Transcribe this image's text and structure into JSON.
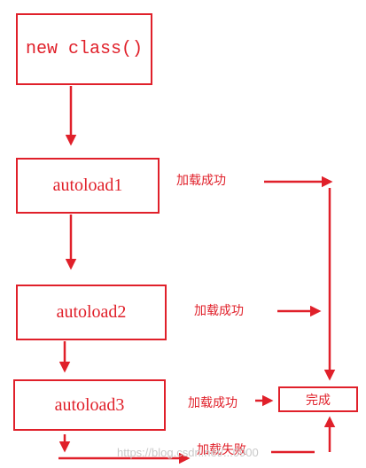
{
  "nodes": {
    "new_class": "new class()",
    "autoload1": "autoload1",
    "autoload2": "autoload2",
    "autoload3": "autoload3",
    "done": "完成"
  },
  "edge_labels": {
    "load_success_1": "加载成功",
    "load_success_2": "加载成功",
    "load_success_3": "加载成功",
    "load_fail": "加载失败"
  },
  "watermark": "https://blog.csdn.net/...0900",
  "colors": {
    "accent": "#e0202a",
    "watermark": "#c9c9c9"
  }
}
